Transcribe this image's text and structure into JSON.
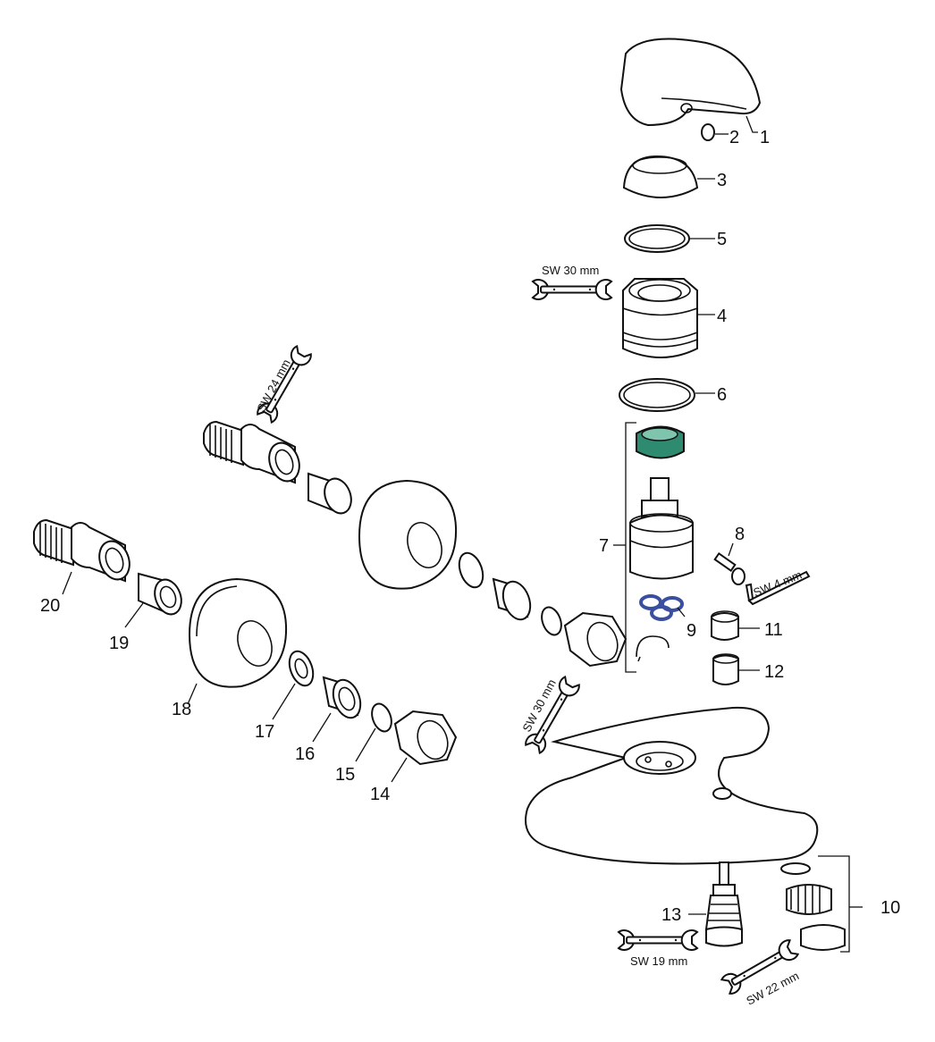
{
  "callouts": [
    "1",
    "2",
    "3",
    "4",
    "5",
    "6",
    "7",
    "8",
    "9",
    "10",
    "11",
    "12",
    "13",
    "14",
    "15",
    "16",
    "17",
    "18",
    "19",
    "20"
  ],
  "tools": {
    "sw30_top": "SW 30 mm",
    "sw24": "SW 24 mm",
    "sw4": "SW 4 mm",
    "sw30_low": "SW 30 mm",
    "sw19": "SW 19 mm",
    "sw22": "SW 22 mm"
  },
  "colors": {
    "cartridge_ring": "#2e8b6f",
    "seal_blue": "#3b4fa0"
  },
  "icons": [
    "wrench-icon",
    "hex-key-icon"
  ]
}
